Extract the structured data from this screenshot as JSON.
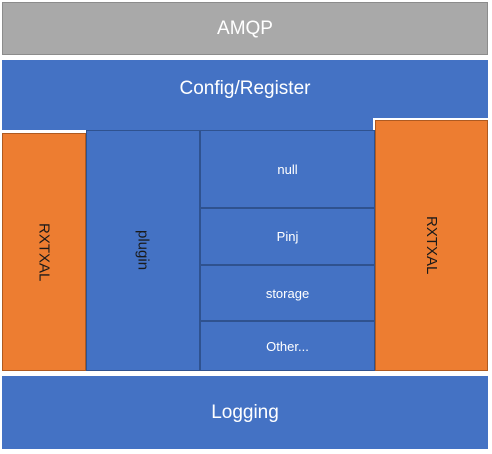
{
  "layers": {
    "top": "AMQP",
    "config": "Config/Register",
    "bottom": "Logging"
  },
  "sides": {
    "left": "RXTXAL",
    "right": "RXTXAL"
  },
  "plugin": {
    "label": "plugin",
    "items": [
      "null",
      "Pinj",
      "storage",
      "Other..."
    ]
  },
  "colors": {
    "gray": "#a9a9a9",
    "blue": "#4472c4",
    "orange": "#ed7d31"
  }
}
